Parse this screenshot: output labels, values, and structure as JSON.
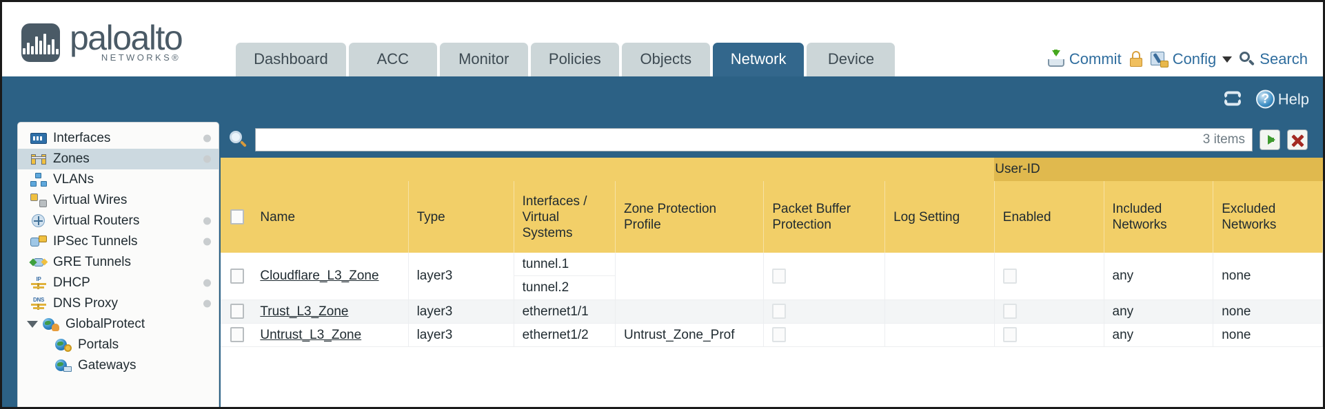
{
  "brand": {
    "name": "paloalto",
    "sub": "NETWORKS",
    "reg": "®"
  },
  "tabs": [
    {
      "label": "Dashboard",
      "active": false
    },
    {
      "label": "ACC",
      "active": false
    },
    {
      "label": "Monitor",
      "active": false
    },
    {
      "label": "Policies",
      "active": false
    },
    {
      "label": "Objects",
      "active": false
    },
    {
      "label": "Network",
      "active": true
    },
    {
      "label": "Device",
      "active": false
    }
  ],
  "header_tools": {
    "commit": "Commit",
    "config": "Config",
    "search": "Search",
    "lock_icon": "padlock-icon",
    "commit_icon": "commit-download-icon",
    "config_icon": "config-wrench-icon",
    "search_icon": "search-magnifier-icon"
  },
  "band": {
    "refresh_icon": "refresh-icon",
    "help_label": "Help",
    "help_icon": "help-question-icon"
  },
  "sidebar": {
    "items": [
      {
        "label": "Interfaces",
        "icon": "interfaces-icon",
        "dot": true,
        "selected": false,
        "child": false,
        "parent": false
      },
      {
        "label": "Zones",
        "icon": "zones-icon",
        "dot": true,
        "selected": true,
        "child": false,
        "parent": false
      },
      {
        "label": "VLANs",
        "icon": "vlans-icon",
        "dot": false,
        "selected": false,
        "child": false,
        "parent": false
      },
      {
        "label": "Virtual Wires",
        "icon": "virtual-wires-icon",
        "dot": false,
        "selected": false,
        "child": false,
        "parent": false
      },
      {
        "label": "Virtual Routers",
        "icon": "virtual-routers-icon",
        "dot": true,
        "selected": false,
        "child": false,
        "parent": false
      },
      {
        "label": "IPSec Tunnels",
        "icon": "ipsec-tunnels-icon",
        "dot": true,
        "selected": false,
        "child": false,
        "parent": false
      },
      {
        "label": "GRE Tunnels",
        "icon": "gre-tunnels-icon",
        "dot": false,
        "selected": false,
        "child": false,
        "parent": false
      },
      {
        "label": "DHCP",
        "icon": "dhcp-icon",
        "dot": true,
        "selected": false,
        "child": false,
        "parent": false
      },
      {
        "label": "DNS Proxy",
        "icon": "dns-proxy-icon",
        "dot": true,
        "selected": false,
        "child": false,
        "parent": false
      },
      {
        "label": "GlobalProtect",
        "icon": "globalprotect-icon",
        "dot": false,
        "selected": false,
        "child": false,
        "parent": true
      },
      {
        "label": "Portals",
        "icon": "portals-icon",
        "dot": false,
        "selected": false,
        "child": true,
        "parent": false
      },
      {
        "label": "Gateways",
        "icon": "gateways-icon",
        "dot": false,
        "selected": false,
        "child": true,
        "parent": false
      }
    ]
  },
  "search": {
    "value": "",
    "placeholder": "",
    "item_count": "3 items",
    "go_icon": "green-arrow-apply-icon",
    "clear_icon": "red-x-clear-icon"
  },
  "table": {
    "group_header": "User-ID",
    "columns": [
      "Name",
      "Type",
      "Interfaces / Virtual Systems",
      "Zone Protection Profile",
      "Packet Buffer Protection",
      "Log Setting",
      "Enabled",
      "Included Networks",
      "Excluded Networks"
    ],
    "rows": [
      {
        "name": "Cloudflare_L3_Zone",
        "type": "layer3",
        "interfaces": [
          "tunnel.1",
          "tunnel.2"
        ],
        "zone_protection_profile": "",
        "packet_buffer_protection": false,
        "log_setting": "",
        "userid_enabled": false,
        "included_networks": "any",
        "excluded_networks": "none",
        "selected": false
      },
      {
        "name": "Trust_L3_Zone",
        "type": "layer3",
        "interfaces": [
          "ethernet1/1"
        ],
        "zone_protection_profile": "",
        "packet_buffer_protection": false,
        "log_setting": "",
        "userid_enabled": false,
        "included_networks": "any",
        "excluded_networks": "none",
        "selected": false
      },
      {
        "name": "Untrust_L3_Zone",
        "type": "layer3",
        "interfaces": [
          "ethernet1/2"
        ],
        "zone_protection_profile": "Untrust_Zone_Prof",
        "packet_buffer_protection": false,
        "log_setting": "",
        "userid_enabled": false,
        "included_networks": "any",
        "excluded_networks": "none",
        "selected": false
      }
    ]
  },
  "colors": {
    "brand_slate": "#4a5a66",
    "tab_active": "#33678c",
    "band_blue": "#2c6185",
    "header_gold": "#f2cf68",
    "group_gold": "#e0b94e",
    "link_blue": "#3c85b5"
  }
}
